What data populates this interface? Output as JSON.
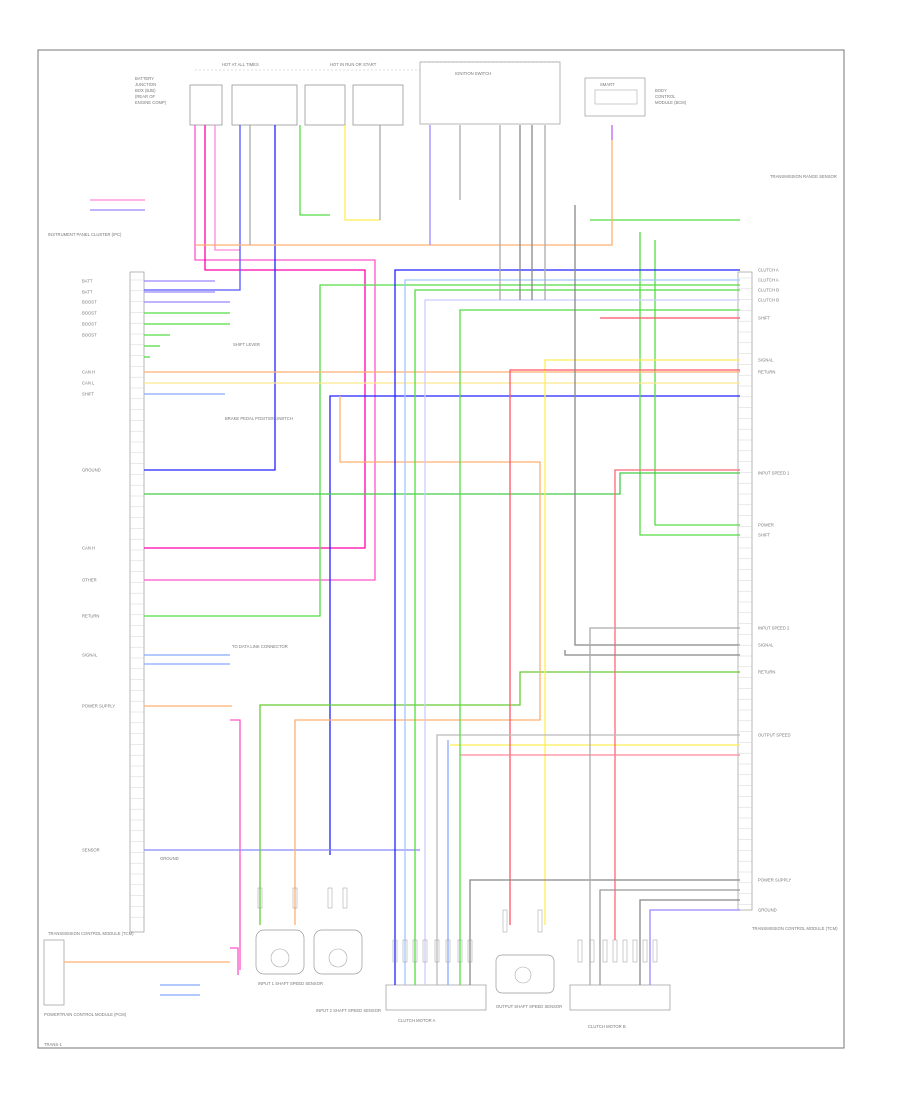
{
  "diagram": {
    "page_code": "TRANS-1",
    "colors": {
      "frame": "#777777",
      "pink": "#ff55cc",
      "magenta": "#ff00aa",
      "blue": "#2222ff",
      "green": "#55dd44",
      "orange": "#ffb070",
      "yellow": "#ffee55",
      "red": "#ff5566",
      "light_blue": "#9fc8ff",
      "purple": "#bb66ee",
      "gray": "#888888",
      "violet": "#9988ff"
    },
    "labels": {
      "top_left_module": "BATTERY JUNCTION BOX",
      "hot_run": "HOT AT ALL TIMES",
      "hot_run_start": "HOT IN RUN OR START",
      "ignition_switch": "IGNITION SWITCH",
      "instrument_cluster": "INSTRUMENT PANEL CLUSTER (IPC)",
      "tcm_right": "TRANSMISSION RANGE SENSOR",
      "tcm_module_right": "TRANSMISSION CONTROL MODULE (TCM)",
      "tcm_module_left": "TRANSMISSION CONTROL MODULE (TCM)",
      "powertrain_module": "POWERTRAIN CONTROL MODULE (PCM)",
      "clutch_a": "CLUTCH MOTOR A",
      "clutch_b": "CLUTCH MOTOR B",
      "input_shaft_1": "INPUT 1 SHAFT SPEED SENSOR",
      "input_shaft_2": "INPUT 2 SHAFT SPEED SENSOR",
      "output_speed": "OUTPUT SHAFT SPEED SENSOR",
      "brake_switch": "BRAKE PEDAL POSITION SWITCH",
      "shift_lever": "SHIFT LEVER",
      "data_link": "TO DATA LINK CONNECTOR",
      "ground": "GROUND"
    },
    "left_pin_labels": [
      "BATT",
      "BATT",
      "BOOST",
      "BOOST",
      "BOOST",
      "BOOST",
      "CAN H",
      "CAN L",
      "SHIFT",
      "GROUND",
      "CAN H",
      "OTHER",
      "RETURN",
      "SIGNAL",
      "POWER SUPPLY",
      "SENSOR"
    ],
    "right_pin_labels": [
      "CLUTCH A",
      "CLUTCH A",
      "CLUTCH B",
      "CLUTCH B",
      "SHIFT",
      "SIGNAL",
      "RETURN",
      "INPUT SPEED 1",
      "POWER",
      "SHIFT",
      "INPUT SPEED 2",
      "SIGNAL",
      "RETURN",
      "OUTPUT SPEED",
      "POWER SUPPLY",
      "GROUND"
    ]
  }
}
